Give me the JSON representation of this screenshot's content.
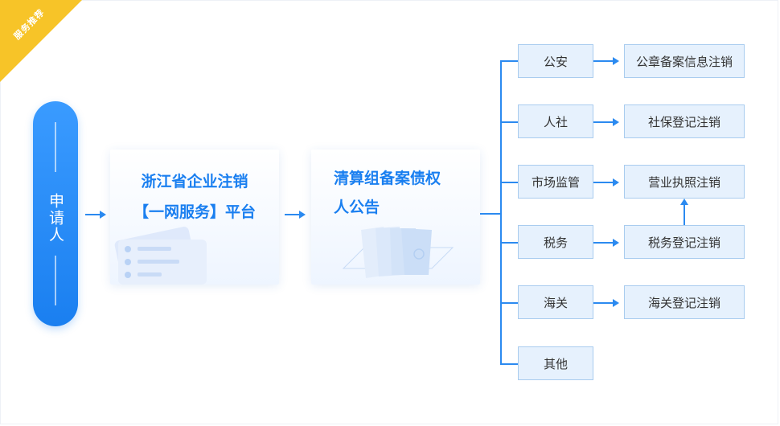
{
  "ribbon": {
    "label": "服务推荐"
  },
  "applicant": {
    "label": "申请人"
  },
  "platform_card": {
    "line1": "浙江省企业注销",
    "line2": "【一网服务】平台"
  },
  "notice_card": {
    "line1": "清算组备案债权",
    "line2": "人公告"
  },
  "departments": [
    {
      "label": "公安"
    },
    {
      "label": "人社"
    },
    {
      "label": "市场监管"
    },
    {
      "label": "税务"
    },
    {
      "label": "海关"
    },
    {
      "label": "其他"
    }
  ],
  "results": [
    {
      "label": "公章备案信息注销"
    },
    {
      "label": "社保登记注销"
    },
    {
      "label": "营业执照注销"
    },
    {
      "label": "税务登记注销"
    },
    {
      "label": "海关登记注销"
    }
  ],
  "colors": {
    "accent": "#1a7ff0",
    "ribbon": "#f7c428",
    "node_bg": "#e6f1fd",
    "node_border": "#a9ccef"
  }
}
